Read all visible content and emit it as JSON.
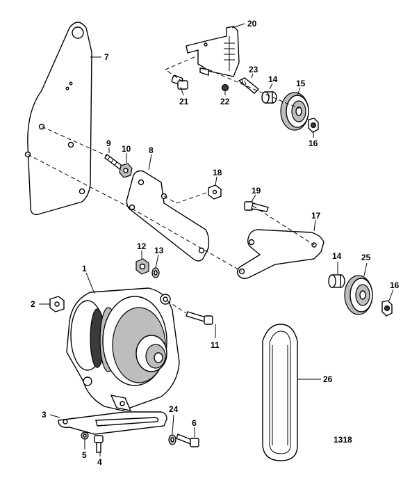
{
  "figure_id": "1318",
  "callouts": {
    "c1": "1",
    "c2": "2",
    "c3": "3",
    "c4": "4",
    "c5": "5",
    "c6": "6",
    "c7": "7",
    "c8": "8",
    "c9": "9",
    "c10": "10",
    "c11": "11",
    "c12": "12",
    "c13": "13",
    "c14a": "14",
    "c14b": "14",
    "c15": "15",
    "c16a": "16",
    "c16b": "16",
    "c17": "17",
    "c18": "18",
    "c19": "19",
    "c20": "20",
    "c21": "21",
    "c22": "22",
    "c23": "23",
    "c24": "24",
    "c25": "25",
    "c26": "26"
  }
}
